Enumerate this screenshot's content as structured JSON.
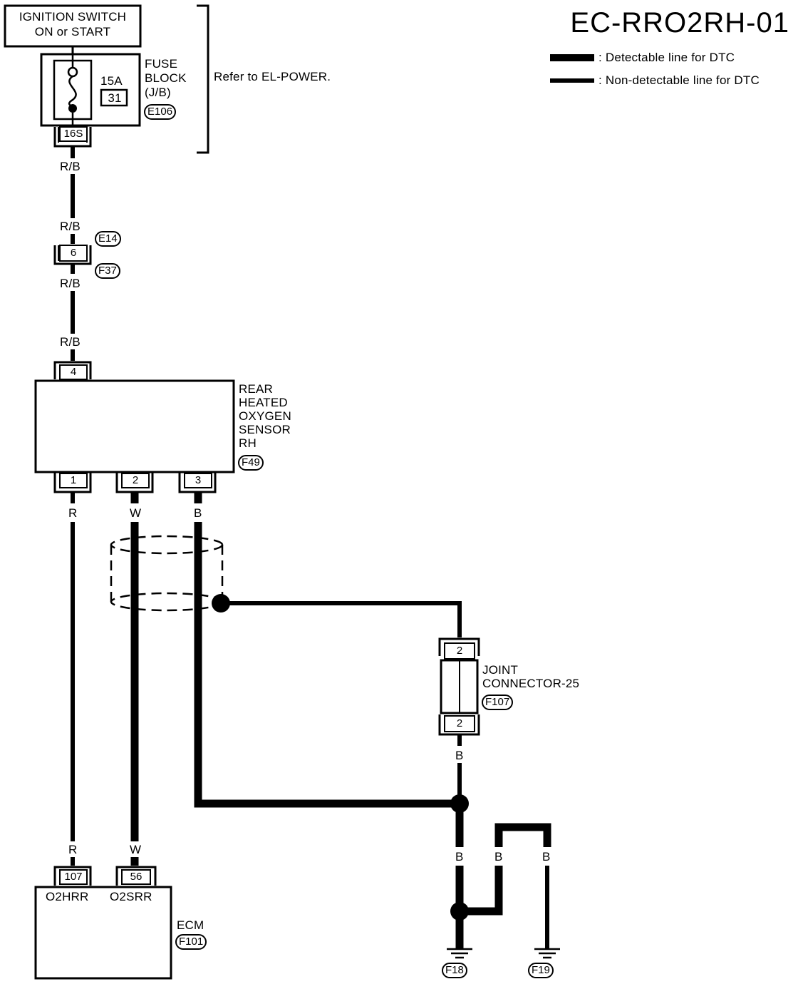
{
  "title": "EC-RRO2RH-01",
  "legend": {
    "detectable": ": Detectable line for DTC",
    "non_detectable": ": Non-detectable line for DTC"
  },
  "ignition": {
    "line1": "IGNITION SWITCH",
    "line2": "ON or START"
  },
  "fuse_block": {
    "rating": "15A",
    "number": "31",
    "label1": "FUSE",
    "label2": "BLOCK",
    "label3": "(J/B)",
    "connector": "E106",
    "terminal": "16S"
  },
  "refer": "Refer to EL-POWER.",
  "wires": {
    "rb1": "R/B",
    "rb2": "R/B",
    "rb3": "R/B",
    "rb4": "R/B",
    "r_top": "R",
    "w_top": "W",
    "b_top": "B",
    "r_bot": "R",
    "w_bot": "W",
    "b_joint": "B",
    "b_ground": "B",
    "b_g2": "B",
    "b_g3": "B"
  },
  "inline_conn": {
    "pin": "6",
    "upper": "E14",
    "lower": "F37"
  },
  "sensor": {
    "line1": "REAR",
    "line2": "HEATED",
    "line3": "OXYGEN",
    "line4": "SENSOR",
    "line5": "RH",
    "connector": "F49",
    "pin_top": "4",
    "pin1": "1",
    "pin2": "2",
    "pin3": "3"
  },
  "joint": {
    "line1": "JOINT",
    "line2": "CONNECTOR-25",
    "connector": "F107",
    "pin_top": "2",
    "pin_bottom": "2"
  },
  "ecm": {
    "label": "ECM",
    "connector": "F101",
    "pin1": "107",
    "pin2": "56",
    "term1": "O2HRR",
    "term2": "O2SRR"
  },
  "grounds": {
    "g1": "F18",
    "g2": "F19"
  }
}
